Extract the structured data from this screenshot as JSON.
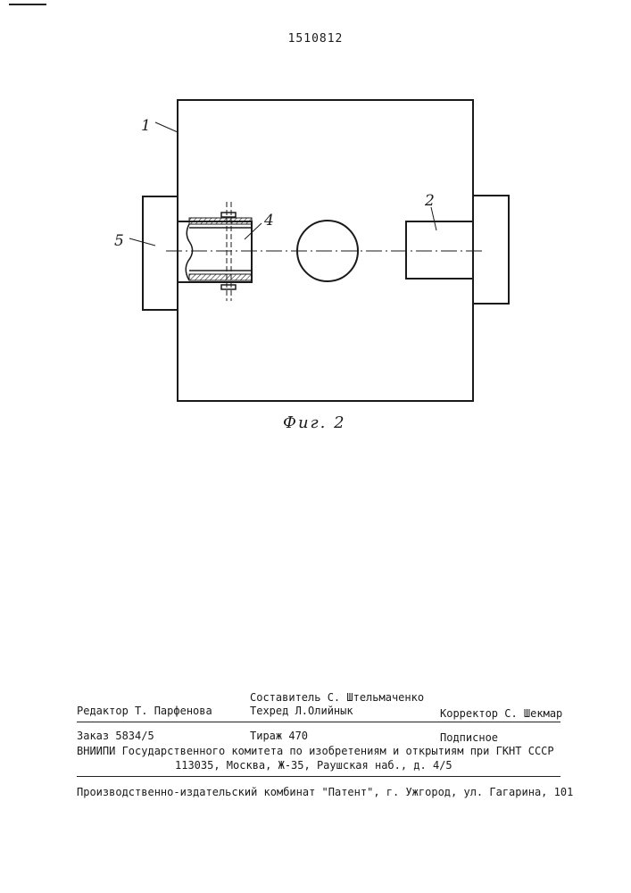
{
  "patent_number": "1510812",
  "figure": {
    "caption": "Фиг. 2",
    "labels": {
      "body": "1",
      "right_block": "2",
      "sleeve": "4",
      "left_block": "5"
    }
  },
  "footer": {
    "composer": "Составитель С. Штельмаченко",
    "editor": "Редактор  Т. Парфенова",
    "techred": "Техред Л.Олийнык",
    "corrector": "Корректор С. Шекмар",
    "order": "Заказ 5834/5",
    "circulation": "Тираж 470",
    "subscription": "Подписное",
    "institute": "ВНИИПИ Государственного комитета по изобретениям и открытиям при ГКНТ СССР",
    "address": "113035, Москва, Ж-35, Раушская наб., д. 4/5",
    "publisher": "Производственно-издательский комбинат \"Патент\", г. Ужгород, ул. Гагарина, 101"
  }
}
